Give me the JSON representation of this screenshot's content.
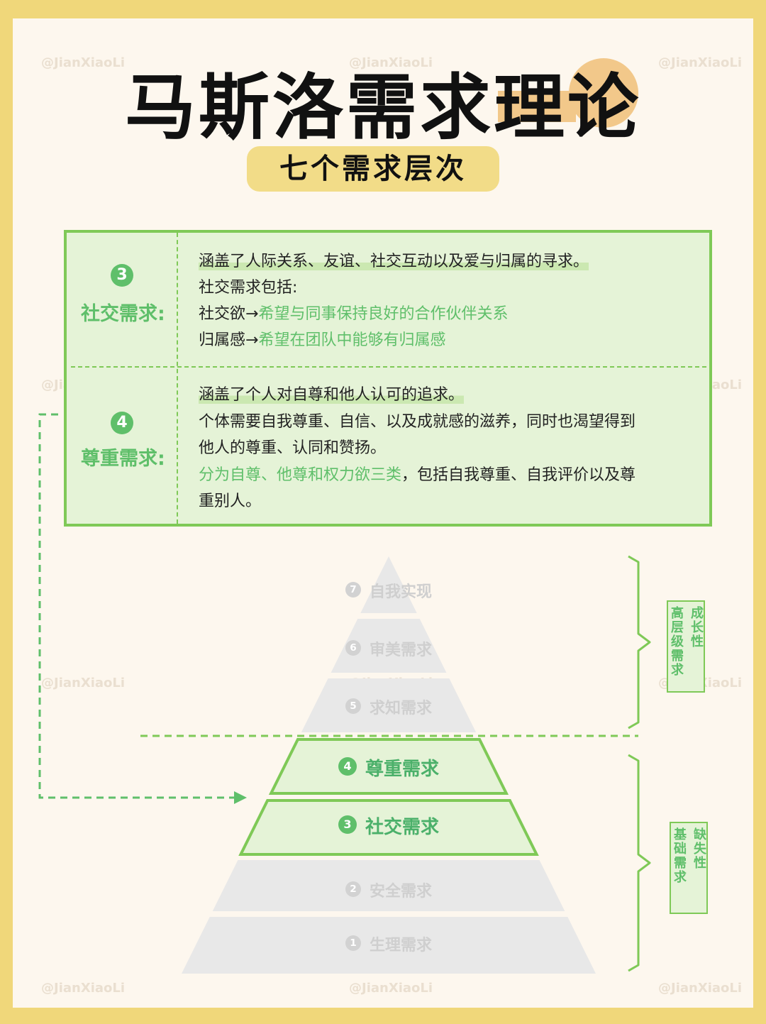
{
  "watermark": "@JianXiaoLi",
  "title": {
    "main": "马斯洛需求理论"
  },
  "subtitle": "七个需求层次",
  "colors": {
    "accent_green": "#5fbf6a",
    "border_green": "#7fc957",
    "highlight_orange": "#f2c88a",
    "subtitle_yellow": "#f2dc88",
    "inactive_gray": "#e8e8e8"
  },
  "info_panel": {
    "social": {
      "num": "3",
      "label": "社交需求:",
      "lines": [
        {
          "parts": [
            {
              "t": "涵盖了人际关系、友谊、社交互动以及爱与归属的寻求。",
              "s": "hl"
            }
          ]
        },
        {
          "parts": [
            {
              "t": "社交需求包括:",
              "s": ""
            }
          ]
        },
        {
          "parts": [
            {
              "t": "社交欲→",
              "s": ""
            },
            {
              "t": "希望与同事保持良好的合作伙伴关系",
              "s": "green"
            }
          ]
        },
        {
          "parts": [
            {
              "t": "归属感→",
              "s": ""
            },
            {
              "t": "希望在团队中能够有归属感",
              "s": "green"
            }
          ]
        }
      ]
    },
    "esteem": {
      "num": "4",
      "label": "尊重需求:",
      "lines": [
        {
          "parts": [
            {
              "t": "涵盖了个人对自尊和他人认可的追求。",
              "s": "hl"
            }
          ]
        },
        {
          "parts": [
            {
              "t": "个体需要自我尊重、自信、以及成就感的滋养，同时也渴望得到",
              "s": ""
            }
          ]
        },
        {
          "parts": [
            {
              "t": "他人的尊重、认同和赞扬。",
              "s": ""
            }
          ]
        },
        {
          "parts": [
            {
              "t": "分为自尊、他尊和权力欲三类",
              "s": "green"
            },
            {
              "t": "，包括自我尊重、自我评价以及尊",
              "s": ""
            }
          ]
        },
        {
          "parts": [
            {
              "t": "重别人。",
              "s": ""
            }
          ]
        }
      ]
    }
  },
  "pyramid": {
    "levels": [
      {
        "num": "7",
        "label": "自我实现",
        "active": false
      },
      {
        "num": "6",
        "label": "审美需求",
        "active": false
      },
      {
        "num": "5",
        "label": "求知需求",
        "active": false
      },
      {
        "num": "4",
        "label": "尊重需求",
        "active": true
      },
      {
        "num": "3",
        "label": "社交需求",
        "active": true
      },
      {
        "num": "2",
        "label": "安全需求",
        "active": false
      },
      {
        "num": "1",
        "label": "生理需求",
        "active": false
      }
    ]
  },
  "groups": {
    "growth": {
      "columns": [
        "成长性",
        "高层级需求"
      ]
    },
    "deficiency": {
      "columns": [
        "缺失性",
        "基础需求"
      ]
    }
  }
}
